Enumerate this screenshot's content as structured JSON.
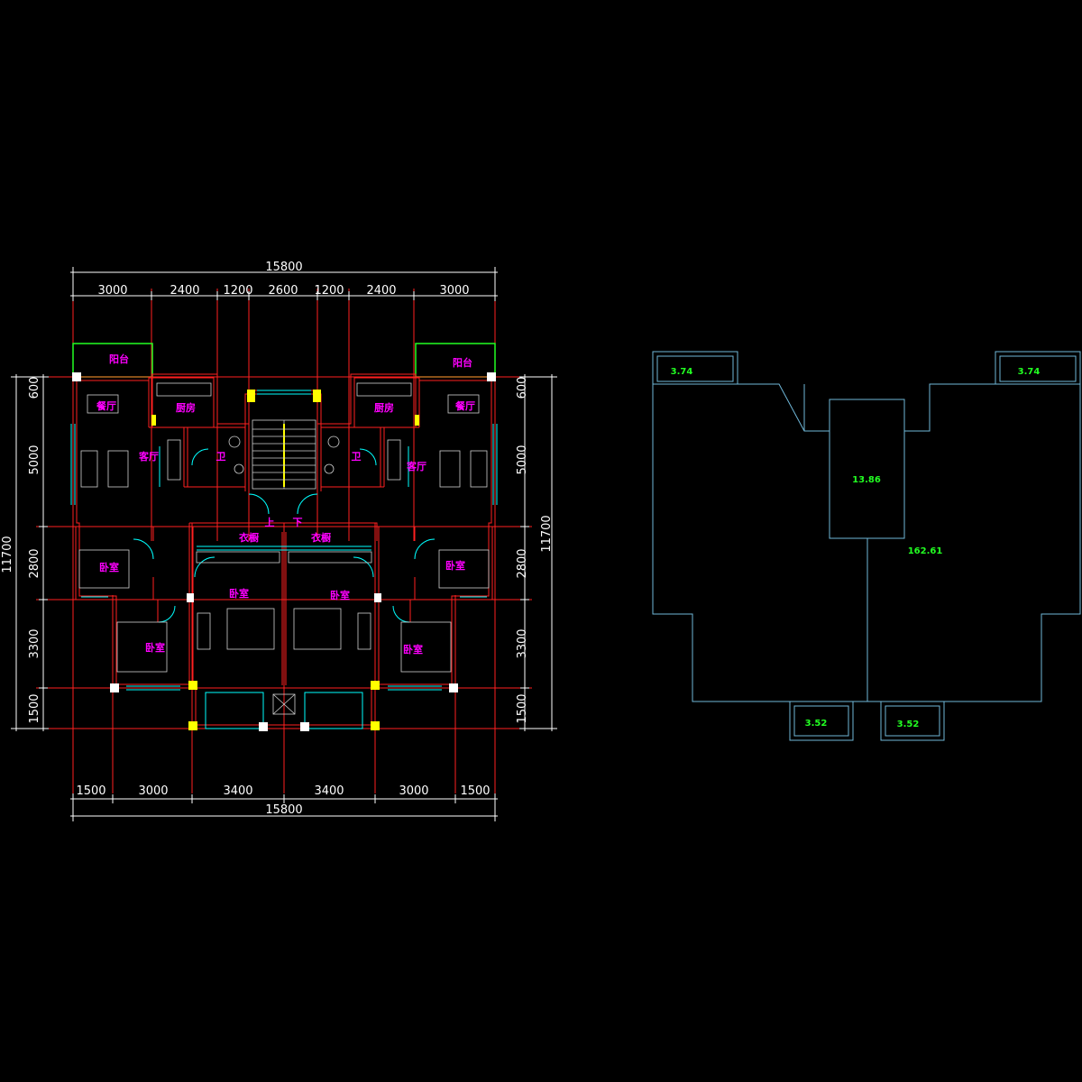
{
  "plan": {
    "overall_width_label_top": "15800",
    "overall_width_label_bottom": "15800",
    "top_dims": [
      "3000",
      "2400",
      "1200",
      "2600",
      "1200",
      "2400",
      "3000"
    ],
    "bottom_dims": [
      "1500",
      "3000",
      "3400",
      "3400",
      "3000",
      "1500"
    ],
    "left_dims": [
      "600",
      "5000",
      "2800",
      "3300",
      "1500"
    ],
    "right_dims": [
      "600",
      "5000",
      "2800",
      "3300",
      "1500"
    ],
    "overall_depth_left": "11700",
    "overall_depth_right": "11700",
    "rooms": {
      "balcony_left": "阳台",
      "balcony_right": "阳台",
      "dining_left": "餐厅",
      "dining_right": "餐厅",
      "kitchen_left": "厨房",
      "kitchen_right": "厨房",
      "living_left": "客厅",
      "living_right": "客厅",
      "bath_left": "卫",
      "bath_right": "卫",
      "bedroom_left_upper": "卧室",
      "bedroom_right_upper": "卧室",
      "bedroom_left_lower": "卧室",
      "bedroom_right_lower": "卧室",
      "master_left": "卧室",
      "master_right": "卧室",
      "closet_left": "衣橱",
      "closet_right": "衣橱",
      "stair_up": "上",
      "stair_down": "下"
    }
  },
  "area_diagram": {
    "balcony_left": "3.74",
    "balcony_right": "3.74",
    "stair": "13.86",
    "total": "162.61",
    "south_left": "3.52",
    "south_right": "3.52"
  }
}
